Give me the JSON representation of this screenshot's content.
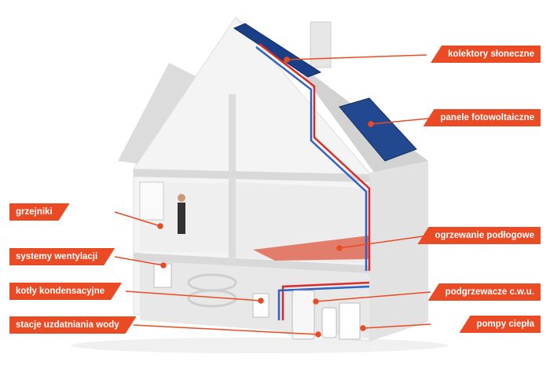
{
  "labels": {
    "solar_collectors": "kolektory słoneczne",
    "pv_panels": "panele fotowoltaiczne",
    "floor_heating": "ogrzewanie podłogowe",
    "water_heaters": "podgrzewacze c.w.u.",
    "heat_pumps": "pompy ciepła",
    "radiators": "grzejniki",
    "ventilation": "systemy wentylacji",
    "condensing_boilers": "kotły kondensacyjne",
    "water_treatment": "stacje uzdatniania wody"
  },
  "colors": {
    "accent": "#ea4b24",
    "wall": "#e9e9e9",
    "roof": "#d6d6d6",
    "panel": "#1b3f86",
    "pipe_hot": "#d92b2b",
    "pipe_cold": "#2f62c4"
  }
}
